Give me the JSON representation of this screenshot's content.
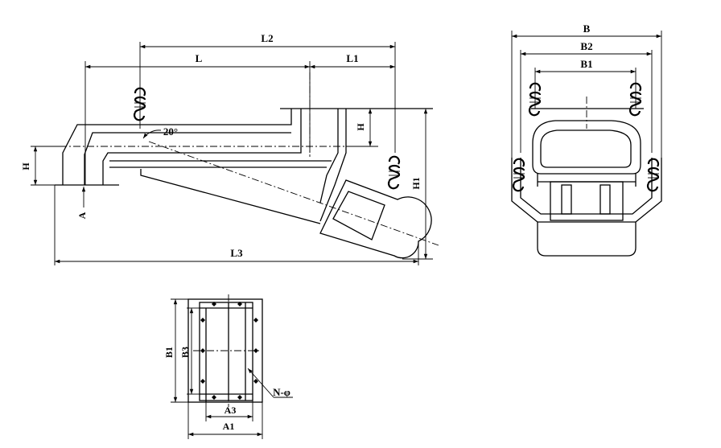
{
  "side_view": {
    "labels": {
      "L2": "L2",
      "L": "L",
      "L1": "L1",
      "L3": "L3",
      "H_left": "H",
      "H_right": "H",
      "H1": "H1",
      "angle": "20°",
      "A": "A"
    }
  },
  "end_view": {
    "labels": {
      "B": "B",
      "B2": "B2",
      "B1": "B1"
    }
  },
  "flange_view": {
    "labels": {
      "B1": "B1",
      "B3": "B3",
      "A3": "A3",
      "A1": "A1",
      "holes": "N-φ"
    }
  }
}
